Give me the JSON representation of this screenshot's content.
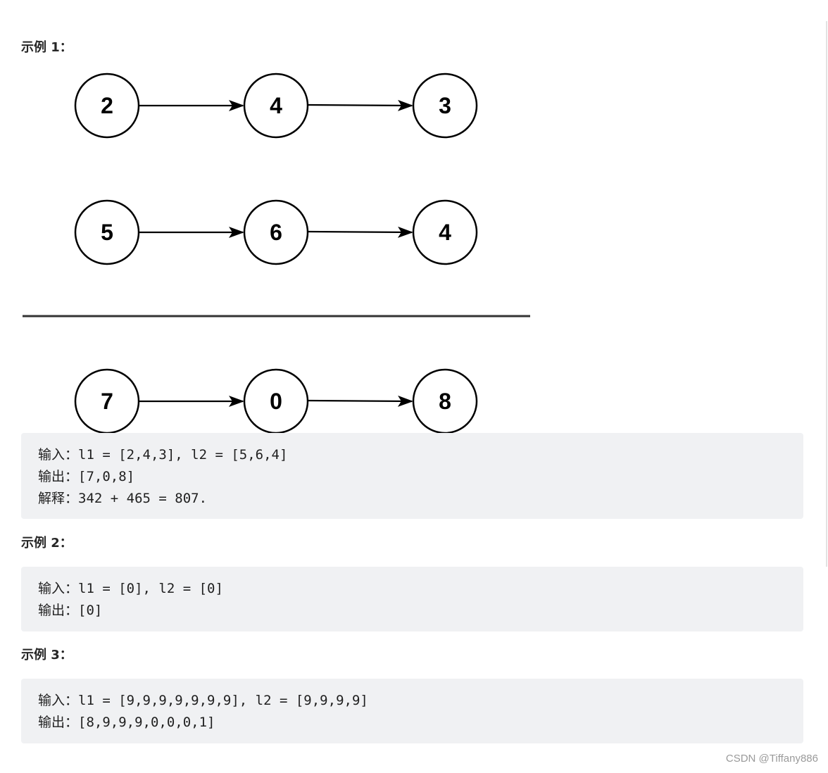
{
  "examples": [
    {
      "title": "示例 1：",
      "lines": [
        {
          "label": "输入：",
          "code": "l1 = [2,4,3], l2 = [5,6,4]"
        },
        {
          "label": "输出：",
          "code": "[7,0,8]"
        },
        {
          "label": "解释：",
          "code": "342 + 465 = 807."
        }
      ]
    },
    {
      "title": "示例 2：",
      "lines": [
        {
          "label": "输入：",
          "code": "l1 = [0], l2 = [0]"
        },
        {
          "label": "输出：",
          "code": "[0]"
        }
      ]
    },
    {
      "title": "示例 3：",
      "lines": [
        {
          "label": "输入：",
          "code": "l1 = [9,9,9,9,9,9,9], l2 = [9,9,9,9]"
        },
        {
          "label": "输出：",
          "code": "[8,9,9,9,0,0,0,1]"
        }
      ]
    }
  ],
  "diagram": {
    "list_a": [
      "2",
      "4",
      "3"
    ],
    "list_b": [
      "5",
      "6",
      "4"
    ],
    "result": [
      "7",
      "0",
      "8"
    ]
  },
  "watermark": "CSDN @Tiffany886"
}
